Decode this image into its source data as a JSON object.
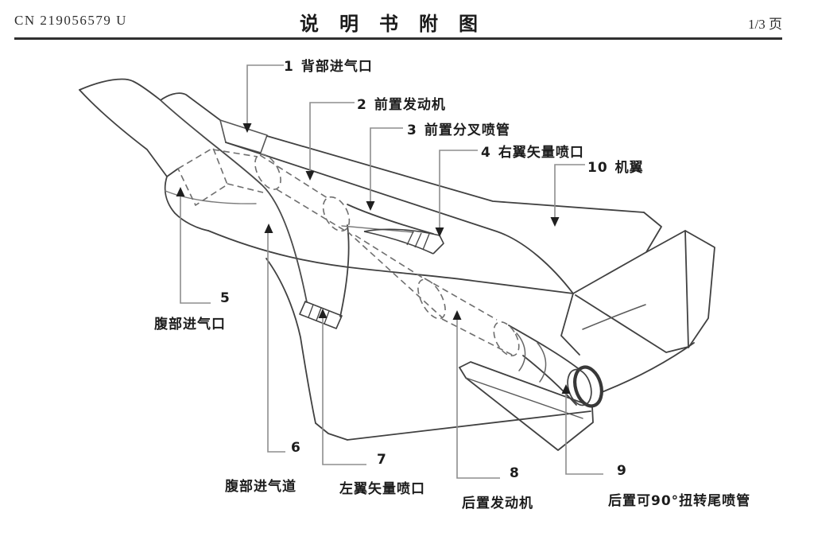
{
  "header": {
    "patent_number": "CN 219056579 U",
    "title": "说明书附图",
    "page": "1/3 页"
  },
  "figure": {
    "kind": "patent-line-drawing",
    "subject": "倾转喷管飞行器结构示意图",
    "colors": {
      "ink": "#414141",
      "hidden_line": "#6e6e6e",
      "leader": "#8d8d8d",
      "arrow": "#1f1f1f",
      "background": "#ffffff"
    },
    "labels": [
      {
        "num": "1",
        "name": "背部进气口"
      },
      {
        "num": "2",
        "name": "前置发动机"
      },
      {
        "num": "3",
        "name": "前置分叉喷管"
      },
      {
        "num": "4",
        "name": "右翼矢量喷口"
      },
      {
        "num": "5",
        "name": "腹部进气口"
      },
      {
        "num": "6",
        "name": "腹部进气道"
      },
      {
        "num": "7",
        "name": "左翼矢量喷口"
      },
      {
        "num": "8",
        "name": "后置发动机"
      },
      {
        "num": "9",
        "name": "后置可90°扭转尾喷管"
      },
      {
        "num": "10",
        "name": "机翼"
      }
    ]
  }
}
